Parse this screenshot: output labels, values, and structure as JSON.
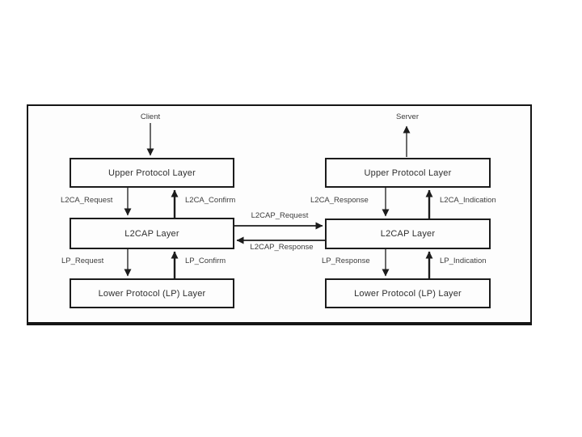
{
  "diagram": {
    "endpoints": {
      "client": "Client",
      "server": "Server"
    },
    "client_stack": {
      "upper_layer": "Upper Protocol Layer",
      "l2cap_layer": "L2CAP Layer",
      "lower_layer": "Lower Protocol (LP) Layer",
      "signals": {
        "l2ca_request": "L2CA_Request",
        "l2ca_confirm": "L2CA_Confirm",
        "lp_request": "LP_Request",
        "lp_confirm": "LP_Confirm"
      }
    },
    "server_stack": {
      "upper_layer": "Upper Protocol Layer",
      "l2cap_layer": "L2CAP Layer",
      "lower_layer": "Lower Protocol (LP) Layer",
      "signals": {
        "l2ca_response": "L2CA_Response",
        "l2ca_indication": "L2CA_Indication",
        "lp_response": "LP_Response",
        "lp_indication": "LP_Indication"
      }
    },
    "peer_signals": {
      "l2cap_request": "L2CAP_Request",
      "l2cap_response": "L2CAP_Response"
    },
    "colors": {
      "line": "#1c1c1c",
      "text": "#3d3d3d",
      "frame_background": "#fdfdfd",
      "page_background": "#ffffff"
    }
  }
}
